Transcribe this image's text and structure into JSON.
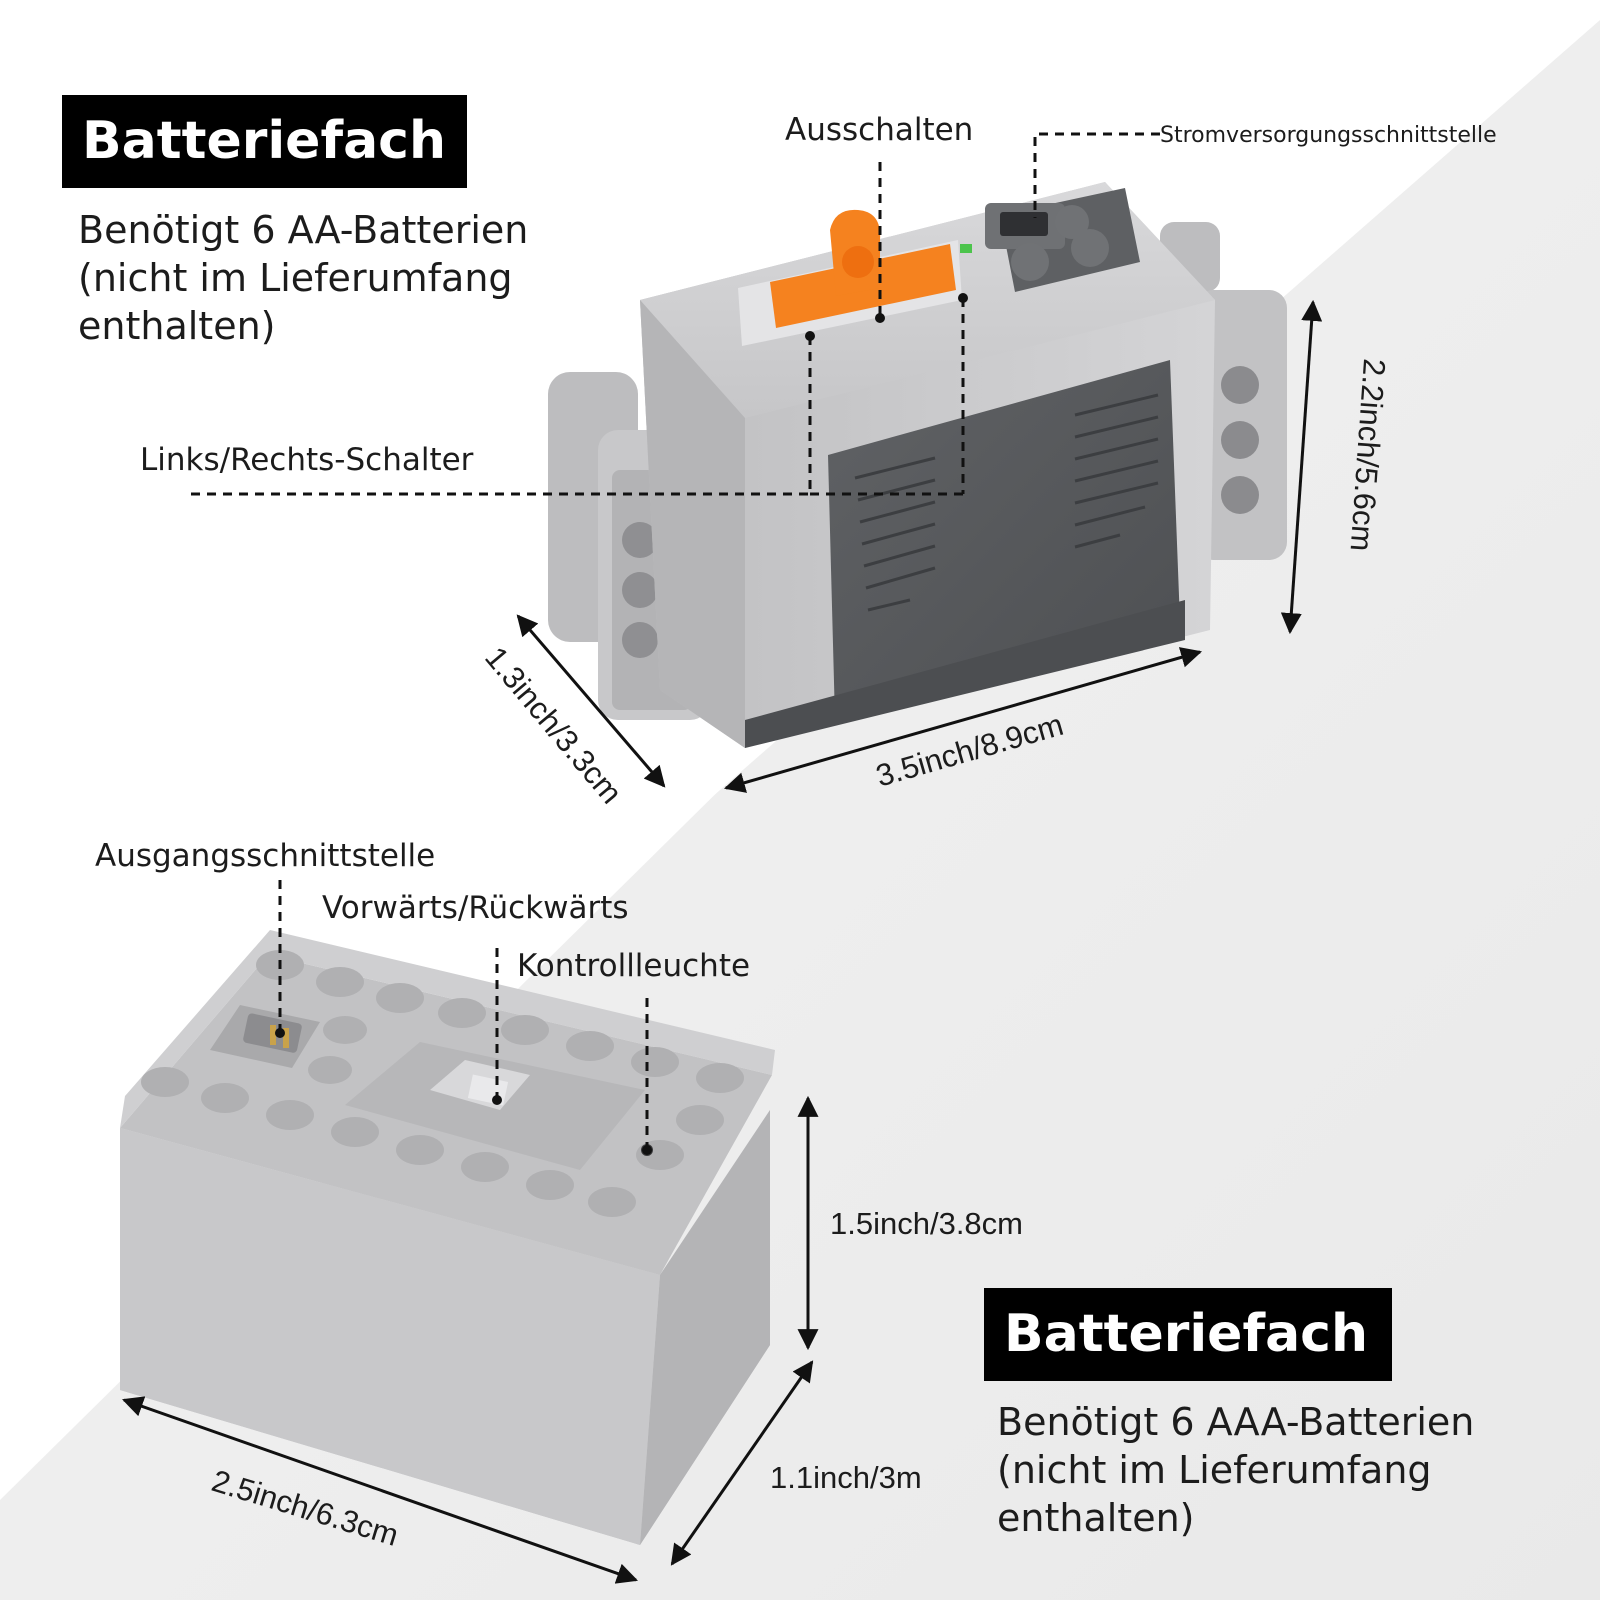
{
  "top_box": {
    "title": "Batteriefach",
    "description": [
      "Benötigt 6 AA-Batterien",
      "(nicht im Lieferumfang",
      "enthalten)"
    ],
    "labels": {
      "switch_off": "Ausschalten",
      "power_interface": "Stromversorgungsschnittstelle",
      "lr_switch": "Links/Rechts-Schalter"
    },
    "dimensions": {
      "height": "2.2inch/5.6cm",
      "depth": "1.3inch/3.3cm",
      "length": "3.5inch/8.9cm"
    }
  },
  "bottom_box": {
    "title": "Batteriefach",
    "description": [
      "Benötigt 6 AAA-Batterien",
      "(nicht im Lieferumfang",
      "enthalten)"
    ],
    "labels": {
      "output_interface": "Ausgangsschnittstelle",
      "forward_reverse": "Vorwärts/Rückwärts",
      "indicator": "Kontrollleuchte"
    },
    "dimensions": {
      "height": "1.5inch/3.8cm",
      "depth": "1.1inch/3m",
      "length": "2.5inch/6.3cm"
    }
  },
  "colors": {
    "case_light": "#c9c9cb",
    "case_dark": "#5a5c5f",
    "switch_orange": "#f5821f",
    "background_gray": "#efefef",
    "title_bg": "#000000"
  }
}
